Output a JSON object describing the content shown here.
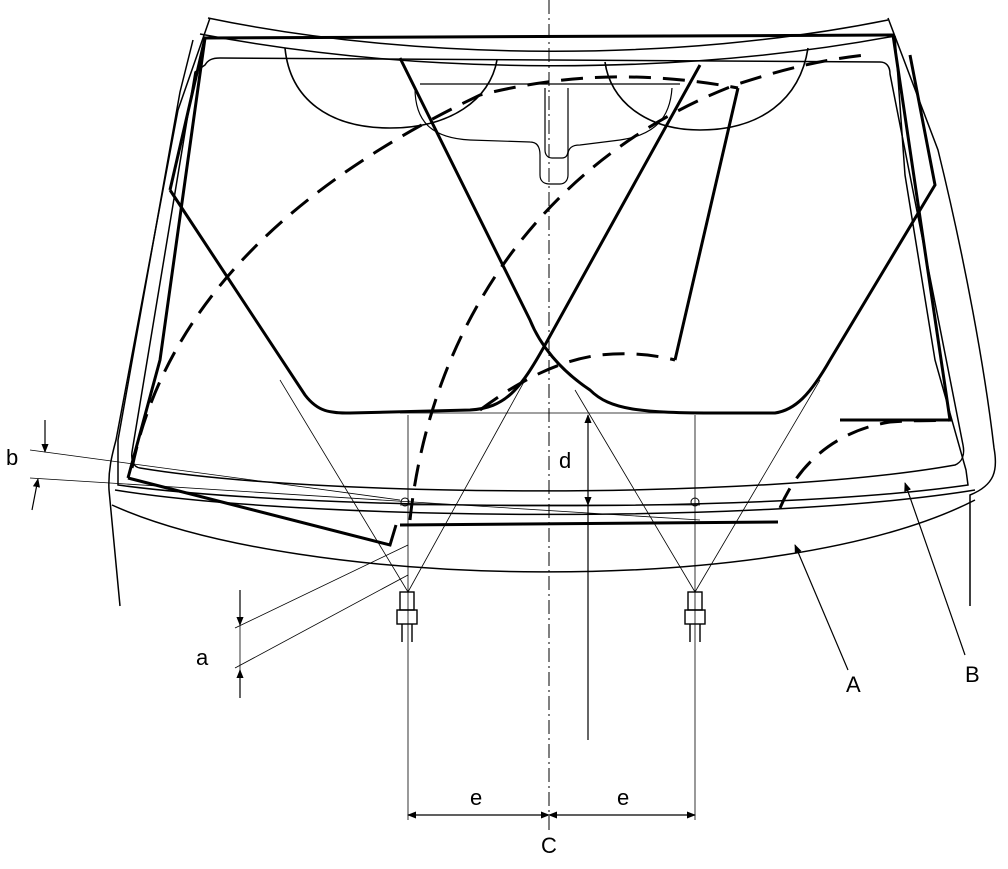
{
  "labels": {
    "a": "a",
    "b": "b",
    "d": "d",
    "e_left": "e",
    "e_right": "e",
    "c": "C",
    "A": "A",
    "B": "B"
  },
  "colors": {
    "line": "#000000",
    "background": "#ffffff"
  }
}
